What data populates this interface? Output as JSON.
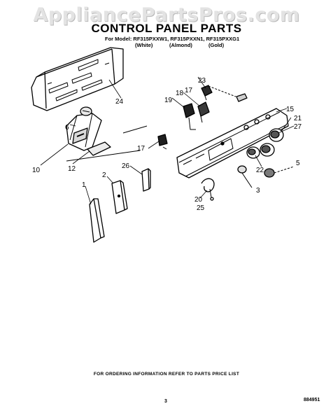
{
  "watermark": "AppliancePartsPros.com",
  "title": "CONTROL PANEL PARTS",
  "models": "For Model: RF315PXXW1, RF315PXXN1, RF315PXXG1",
  "finishes": [
    "(White)",
    "(Almond)",
    "(Gold)"
  ],
  "part_labels": {
    "p1": "1",
    "p2": "2",
    "p3": "3",
    "p5": "5",
    "p6": "6",
    "p10": "10",
    "p12": "12",
    "p15": "15",
    "p17a": "17",
    "p17b": "17",
    "p18": "18",
    "p19": "19",
    "p20": "20",
    "p21": "21",
    "p22": "22",
    "p23": "23",
    "p24": "24",
    "p25": "25",
    "p26": "26",
    "p27": "27"
  },
  "footer_note": "FOR ORDERING INFORMATION REFER TO PARTS PRICE LIST",
  "page_number": "3",
  "doc_number": "884951"
}
